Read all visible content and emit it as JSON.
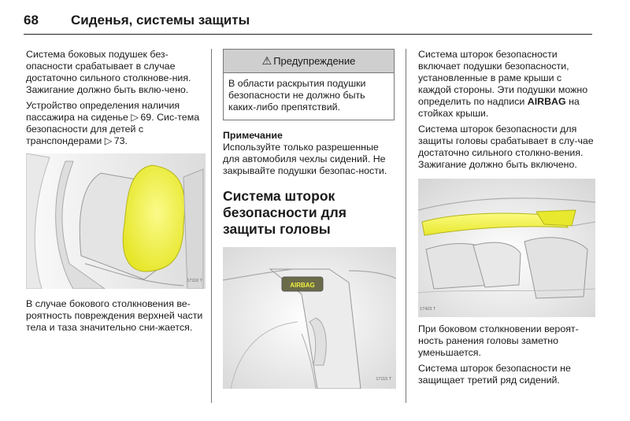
{
  "header": {
    "page_number": "68",
    "section_title": "Сиденья, системы защиты"
  },
  "col1": {
    "p1": "Система боковых подушек без-опасности срабатывает в случае достаточно сильного столкнове-ния. Зажигание должно быть вклю-чено.",
    "p2_text": "Устройство определения наличия пассажира на сиденье ",
    "p2_ref1": "69",
    "p2_mid": ". Сис-тема безопасности для детей с транспондерами ",
    "p2_ref2": "73",
    "p2_end": ".",
    "fig_id": "17110 T",
    "p3": "В случае бокового столкновения ве-роятность повреждения верхней части тела и таза значительно сни-жается."
  },
  "col2": {
    "warning_title": "Предупреждение",
    "warning_text": "В области раскрытия подушки безопасности не должно быть каких-либо препятствий.",
    "note_title": "Примечание",
    "note_text": "Используйте только разрешенные для автомобиля чехлы сидений. Не закрывайте подушки безопас-ности.",
    "heading": "Система шторок безопасности для защиты головы",
    "fig_label": "AIRBAG",
    "fig_id": "17115 T"
  },
  "col3": {
    "p1a": "Система шторок безопасности включает подушки безопасности, установленные в раме крыши с каждой стороны. Эти подушки можно определить по надписи ",
    "p1_kw": "AIRBAG",
    "p1b": " на стойках крыши.",
    "p2": "Система шторок безопасности для защиты головы срабатывает в слу-чае достаточно сильного столкно-вения. Зажигание должно быть включено.",
    "fig_id": "17423 T",
    "p3": "При боковом столкновении вероят-ность ранения головы заметно уменьшается.",
    "p4": "Система шторок безопасности не защищает третий ряд сидений."
  },
  "colors": {
    "airbag_yellow": "#f0f03c",
    "warning_bg": "#cfcfcf",
    "figure_bg": "#f2f2f2"
  },
  "icons": {
    "warning": "warning-triangle-icon",
    "reference": "reference-arrow-icon"
  }
}
